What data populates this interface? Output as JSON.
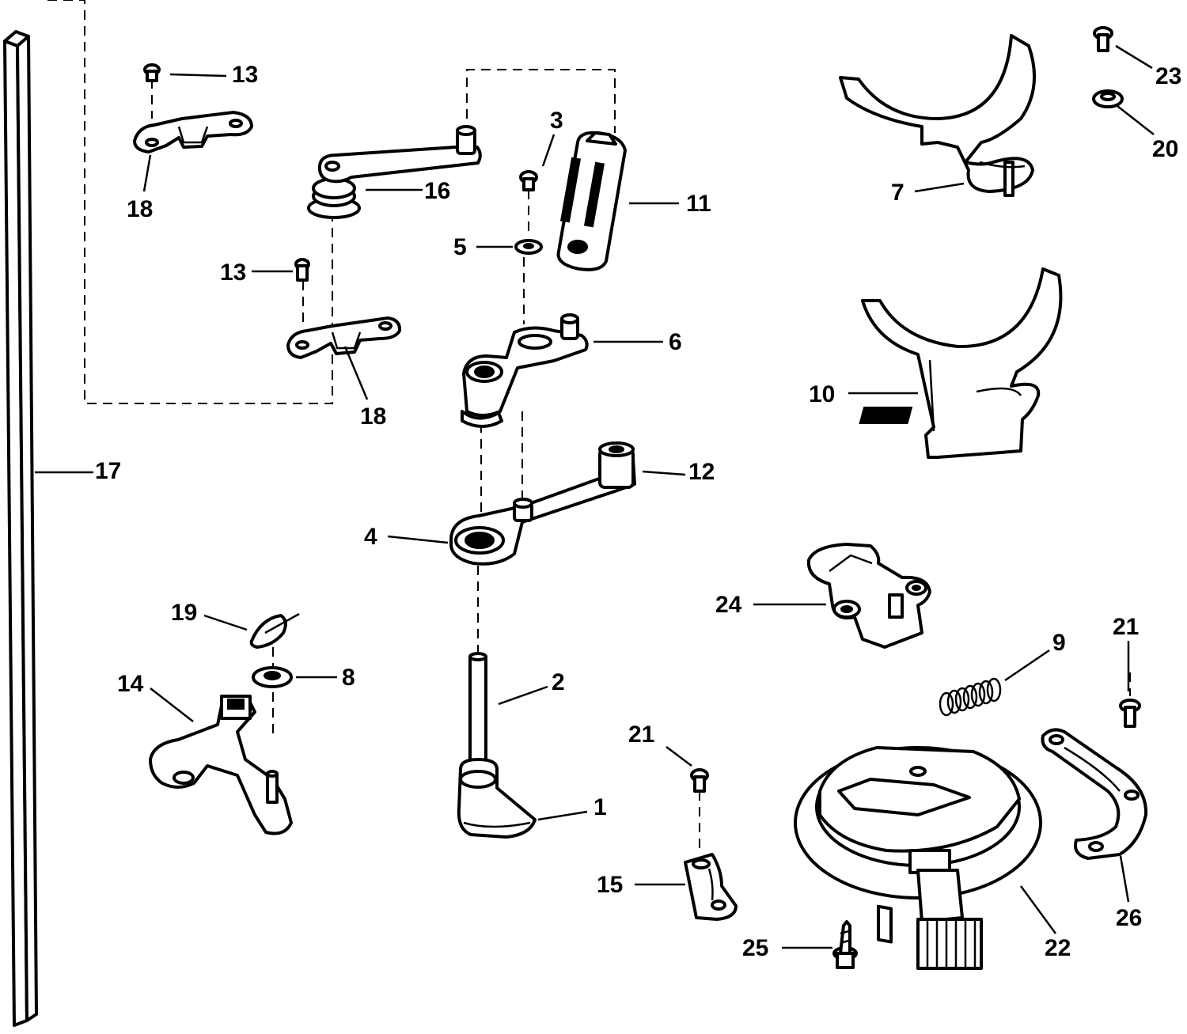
{
  "callouts": {
    "c1": "1",
    "c2": "2",
    "c3": "3",
    "c4": "4",
    "c5": "5",
    "c6": "6",
    "c7": "7",
    "c8": "8",
    "c9": "9",
    "c10": "10",
    "c11": "11",
    "c12": "12",
    "c13a": "13",
    "c13b": "13",
    "c14": "14",
    "c15": "15",
    "c16": "16",
    "c17": "17",
    "c18a": "18",
    "c18b": "18",
    "c19": "19",
    "c20": "20",
    "c21a": "21",
    "c21b": "21",
    "c22": "22",
    "c23": "23",
    "c24": "24",
    "c25": "25",
    "c26": "26"
  },
  "colors": {
    "line": "#000000",
    "background": "#ffffff"
  }
}
